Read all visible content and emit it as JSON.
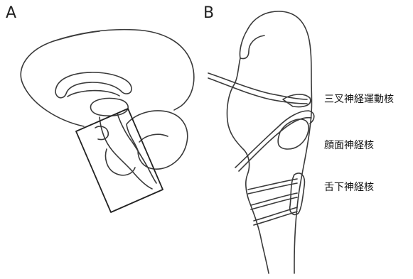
{
  "panels": {
    "a": {
      "letter": "A"
    },
    "b": {
      "letter": "B"
    }
  },
  "labels": {
    "trigeminal_motor_nucleus": "三叉神経運動核",
    "facial_nucleus": "顔面神経核",
    "hypoglossal_nucleus": "舌下神経核"
  },
  "colors": {
    "line": "#333333",
    "background": "#ffffff"
  }
}
